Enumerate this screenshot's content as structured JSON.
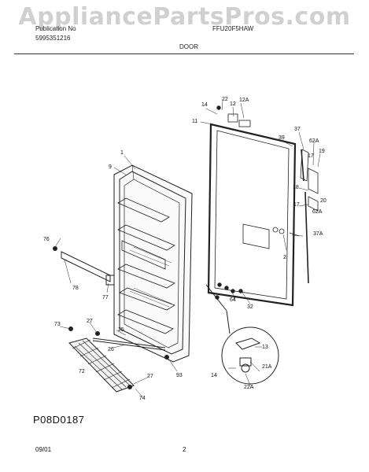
{
  "watermark": "AppliancePartsPros.com",
  "header": {
    "publication_label": "Publication No",
    "publication_number": "5995351216",
    "model": "FFU20F5HAW",
    "section": "DOOR"
  },
  "diagram_code": "P08D0187",
  "footer": {
    "date": "09/01",
    "page": "2"
  },
  "callouts": [
    "1",
    "2",
    "9",
    "11",
    "12",
    "12A",
    "13",
    "14",
    "14",
    "17",
    "17",
    "18",
    "19",
    "20",
    "21A",
    "22",
    "22A",
    "25",
    "26",
    "27",
    "27",
    "32",
    "37",
    "37A",
    "39",
    "62A",
    "62A",
    "64",
    "72",
    "73",
    "74",
    "76",
    "77",
    "78",
    "93"
  ]
}
